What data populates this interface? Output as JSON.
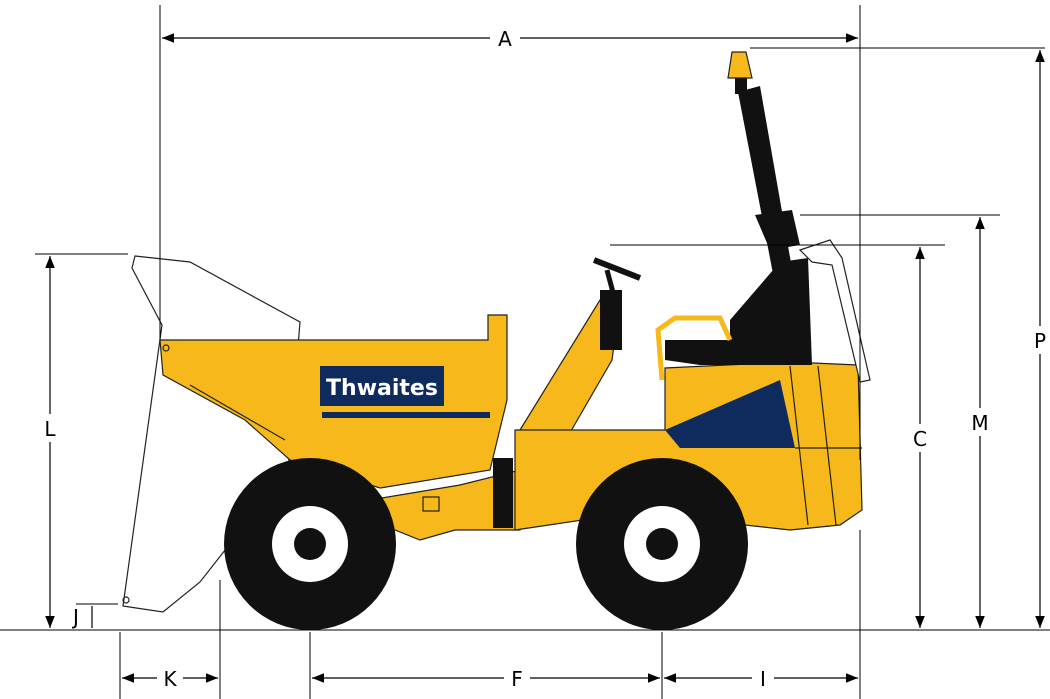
{
  "labels": {
    "A": "A",
    "C": "C",
    "F": "F",
    "I": "I",
    "J": "J",
    "K": "K",
    "L": "L",
    "M": "M",
    "P": "P"
  },
  "brand": "Thwaites",
  "colors": {
    "body": "#f6b81a",
    "stripe": "#0f2a5c",
    "logo_bg": "#0f2a5c",
    "tyre": "#111111",
    "beacon": "#f6b81a"
  }
}
